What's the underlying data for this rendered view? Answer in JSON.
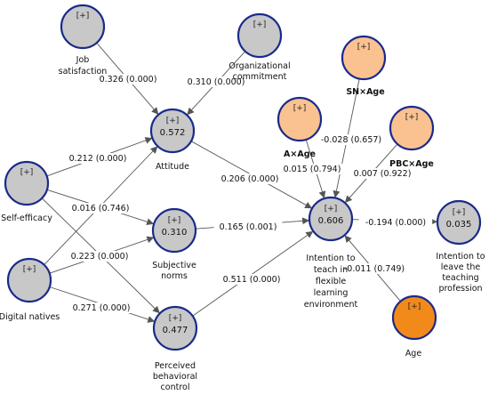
{
  "diagram": {
    "expand_marker": "[+]",
    "colors": {
      "node_fill": "#c8c8c8",
      "moderator_fill": "#fbc291",
      "age_fill": "#f28a1b",
      "node_stroke": "#1a2a8a",
      "edge": "#555555"
    },
    "nodes": [
      {
        "id": "job",
        "label_lines": [
          "Job",
          "satisfaction"
        ],
        "r2": "",
        "kind": "plain"
      },
      {
        "id": "org",
        "label_lines": [
          "Organizational",
          "commitment"
        ],
        "r2": "",
        "kind": "plain"
      },
      {
        "id": "att",
        "label_lines": [
          "Attitude"
        ],
        "r2": "0.572",
        "kind": "plain"
      },
      {
        "id": "se",
        "label_lines": [
          "Self-efficacy"
        ],
        "r2": "",
        "kind": "plain"
      },
      {
        "id": "dn",
        "label_lines": [
          "Digital natives"
        ],
        "r2": "",
        "kind": "plain"
      },
      {
        "id": "sn",
        "label_lines": [
          "Subjective",
          "norms"
        ],
        "r2": "0.310",
        "kind": "plain"
      },
      {
        "id": "pbc",
        "label_lines": [
          "Perceived",
          "behavioral",
          "control"
        ],
        "r2": "0.477",
        "kind": "plain"
      },
      {
        "id": "int",
        "label_lines": [
          "Intention to",
          "teach in",
          "flexible",
          "learning",
          "environment"
        ],
        "r2": "0.606",
        "kind": "plain"
      },
      {
        "id": "leave",
        "label_lines": [
          "Intention to",
          "leave the",
          "teaching",
          "profession"
        ],
        "r2": "0.035",
        "kind": "plain"
      },
      {
        "id": "snage",
        "label_lines": [
          "SN×Age"
        ],
        "r2": "",
        "kind": "moderator"
      },
      {
        "id": "aage",
        "label_lines": [
          "A×Age"
        ],
        "r2": "",
        "kind": "moderator"
      },
      {
        "id": "pbcage",
        "label_lines": [
          "PBC×Age"
        ],
        "r2": "",
        "kind": "moderator"
      },
      {
        "id": "age",
        "label_lines": [
          "Age"
        ],
        "r2": "",
        "kind": "age"
      }
    ],
    "paths": [
      {
        "from": "job",
        "to": "att",
        "label": "0.326 (0.000)"
      },
      {
        "from": "org",
        "to": "att",
        "label": "0.310 (0.000)"
      },
      {
        "from": "se",
        "to": "att",
        "label": "0.212 (0.000)"
      },
      {
        "from": "se",
        "to": "sn",
        "label": "0.016 (0.746)"
      },
      {
        "from": "se",
        "to": "pbc",
        "label": ""
      },
      {
        "from": "dn",
        "to": "att",
        "label": ""
      },
      {
        "from": "dn",
        "to": "sn",
        "label": "0.223 (0.000)"
      },
      {
        "from": "dn",
        "to": "pbc",
        "label": "0.271 (0.000)"
      },
      {
        "from": "att",
        "to": "int",
        "label": "0.206 (0.000)"
      },
      {
        "from": "sn",
        "to": "int",
        "label": "0.165 (0.001)"
      },
      {
        "from": "pbc",
        "to": "int",
        "label": "0.511 (0.000)"
      },
      {
        "from": "snage",
        "to": "int",
        "label": "-0.028 (0.657)"
      },
      {
        "from": "aage",
        "to": "int",
        "label": "0.015 (0.794)"
      },
      {
        "from": "pbcage",
        "to": "int",
        "label": "0.007 (0.922)"
      },
      {
        "from": "age",
        "to": "int",
        "label": "-0.011 (0.749)"
      },
      {
        "from": "int",
        "to": "leave",
        "label": "-0.194 (0.000)"
      }
    ]
  }
}
